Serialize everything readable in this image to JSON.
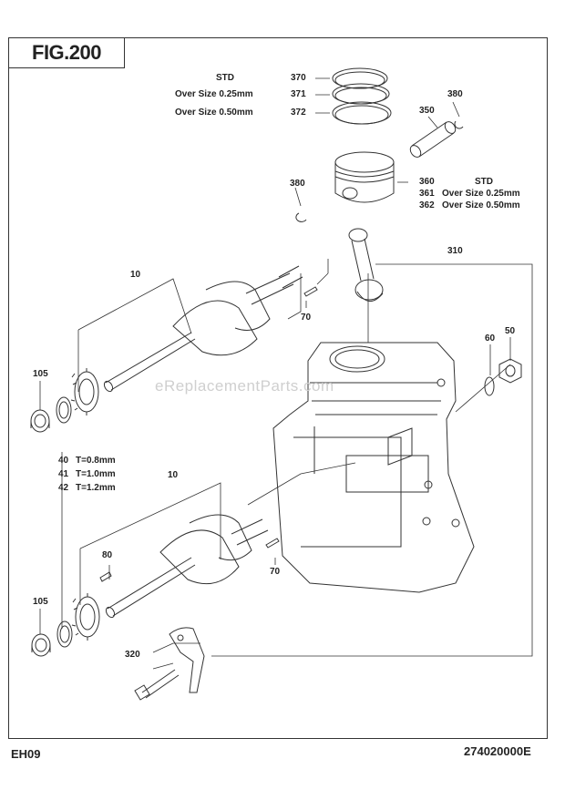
{
  "figure": {
    "title": "FIG.200"
  },
  "footer": {
    "model": "EH09",
    "part_number": "274020000E"
  },
  "watermark": "eReplacementParts.com",
  "callouts": {
    "p370": "370",
    "p371": "371",
    "p372": "372",
    "ring_std": "STD",
    "ring_os25": "Over Size 0.25mm",
    "ring_os50": "Over Size 0.50mm",
    "p380a": "380",
    "p350": "350",
    "p380b": "380",
    "p360": "360",
    "p361": "361",
    "p362": "362",
    "piston_std": "STD",
    "piston_os25": "Over Size 0.25mm",
    "piston_os50": "Over Size 0.50mm",
    "p310": "310",
    "p10a": "10",
    "p70a": "70",
    "p105a": "105",
    "p60": "60",
    "p50": "50",
    "p40": "40",
    "p41": "41",
    "p42": "42",
    "t40": "T=0.8mm",
    "t41": "T=1.0mm",
    "t42": "T=1.2mm",
    "p10b": "10",
    "p80": "80",
    "p70b": "70",
    "p105b": "105",
    "p320": "320"
  },
  "icons": [
    "piston-ring-icon",
    "piston-icon",
    "piston-pin-icon",
    "circlip-icon",
    "connecting-rod-icon",
    "crankshaft-icon",
    "crank-gear-icon",
    "washer-icon",
    "bearing-icon",
    "key-icon",
    "crankcase-icon",
    "rod-cap-icon",
    "bolt-icon",
    "nut-icon"
  ]
}
